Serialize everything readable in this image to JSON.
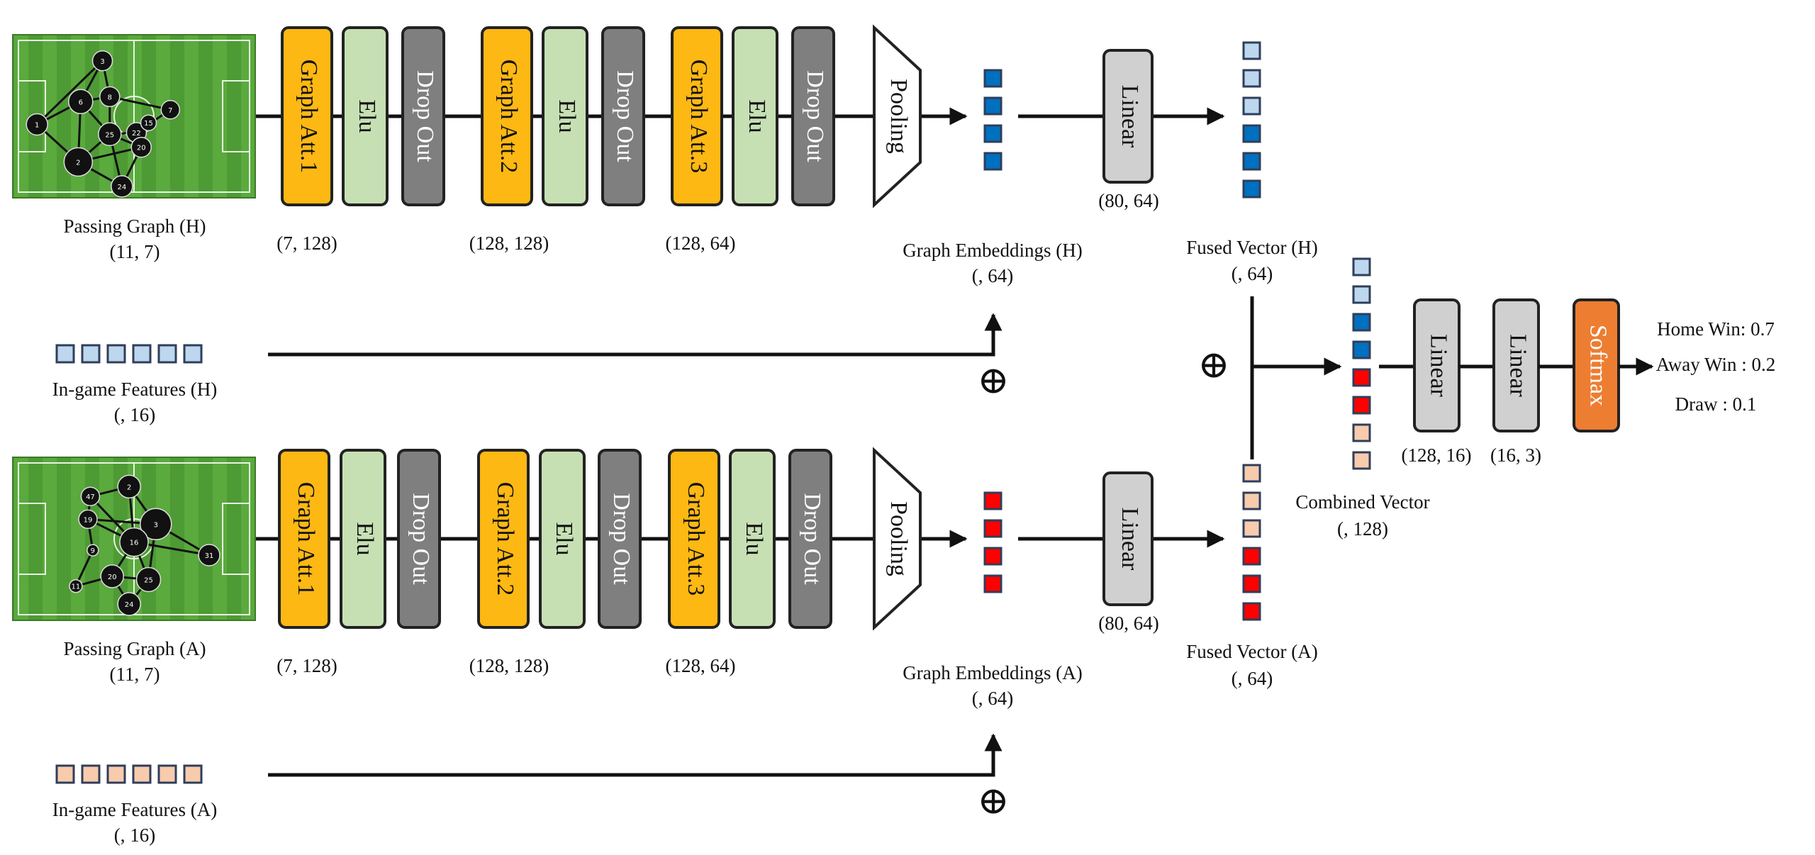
{
  "colors": {
    "attention": "#FDB813",
    "elu": "#C6E0B4",
    "dropout": "#7F7F7F",
    "linear": "#D0D0D0",
    "softmax": "#ED7D31",
    "home_dark": "#0070C0",
    "home_light": "#BDD7EE",
    "away_dark": "#FF0000",
    "away_light": "#F8CBAD",
    "pitch": "#4E9A34"
  },
  "home": {
    "graph_label": "Passing Graph (H)",
    "graph_dims": "(11, 7)",
    "features_label": "In-game Features (H)",
    "features_dims": "(, 16)",
    "embed_label": "Graph Embeddings (H)",
    "embed_dims": "(, 64)",
    "fused_label": "Fused Vector (H)",
    "fused_dims": "(, 64)",
    "nodes": [
      "1",
      "3",
      "6",
      "8",
      "2",
      "25",
      "22",
      "15",
      "20",
      "7",
      "24"
    ]
  },
  "away": {
    "graph_label": "Passing Graph (A)",
    "graph_dims": "(11,  7)",
    "features_label": "In-game Features (A)",
    "features_dims": "(, 16)",
    "embed_label": "Graph Embeddings (A)",
    "embed_dims": "(, 64)",
    "fused_label": "Fused Vector (A)",
    "fused_dims": "(, 64)",
    "nodes": [
      "47",
      "2",
      "19",
      "3",
      "16",
      "9",
      "31",
      "20",
      "25",
      "11",
      "24"
    ]
  },
  "blocks": {
    "att1": "Graph Att.1",
    "att2": "Graph Att.2",
    "att3": "Graph Att.3",
    "elu": "Elu",
    "dropout": "Drop Out",
    "pooling": "Pooling",
    "linear": "Linear",
    "softmax": "Softmax"
  },
  "dims": {
    "att1": "(7, 128)",
    "att2": "(128, 128)",
    "att3": "(128, 64)",
    "linear_fuse": "(80, 64)",
    "linear_1": "(128, 16)",
    "linear_2": "(16, 3)"
  },
  "combined": {
    "label": "Combined Vector",
    "dims": "(, 128)"
  },
  "plus_symbol": "⊕",
  "outputs": [
    "Home Win: 0.7",
    "Away Win : 0.2",
    "Draw : 0.1"
  ]
}
